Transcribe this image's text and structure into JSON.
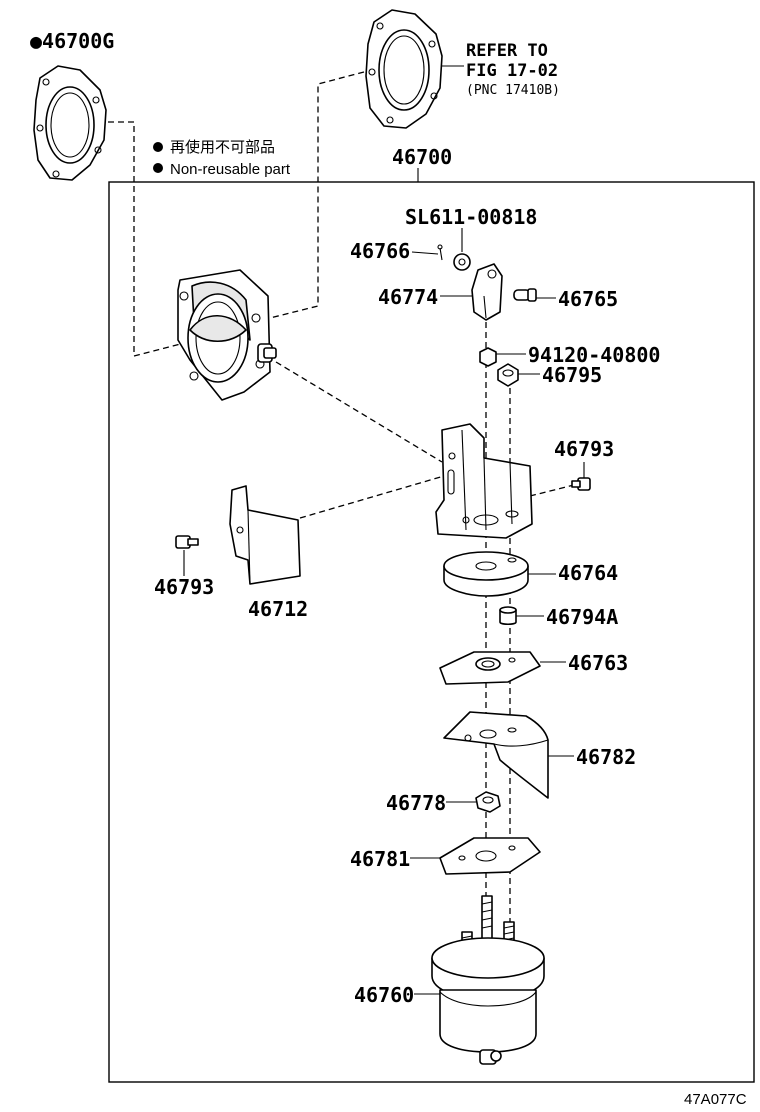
{
  "legend": {
    "jp": "再使用不可部品",
    "en": "Non-reusable part"
  },
  "refer": {
    "line1": "REFER TO",
    "line2": "FIG 17-02",
    "line3": "(PNC 17410B)"
  },
  "parts": {
    "p46700G": "●46700G",
    "p46700": "46700",
    "sl611": "SL611-00818",
    "p46766": "46766",
    "p46774": "46774",
    "p46765": "46765",
    "p94120": "94120-40800",
    "p46795": "46795",
    "p46793a": "46793",
    "p46793b": "46793",
    "p46712": "46712",
    "p46764": "46764",
    "p46794A": "46794A",
    "p46763": "46763",
    "p46782": "46782",
    "p46778": "46778",
    "p46781": "46781",
    "p46760": "46760"
  },
  "figure_code": "47A077C"
}
